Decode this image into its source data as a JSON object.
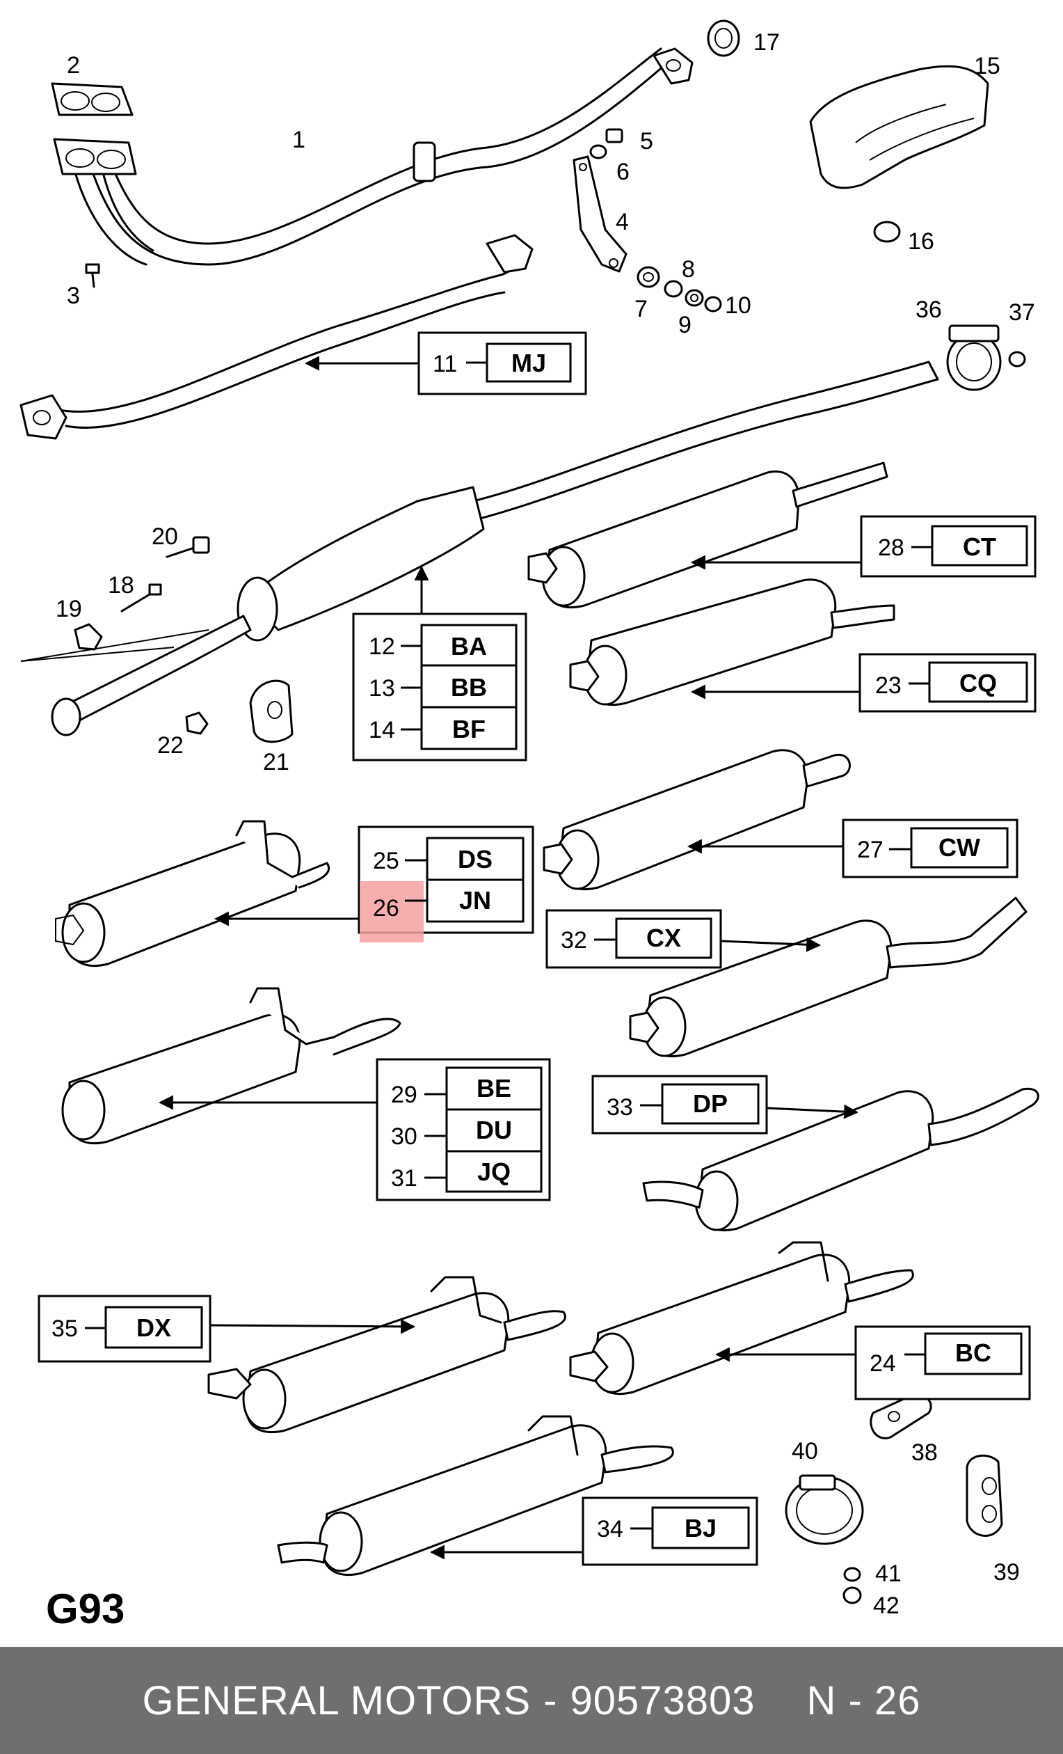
{
  "sheet_label": "G93",
  "footer": {
    "brand": "GENERAL MOTORS",
    "separator": "-",
    "part_number": "90573803",
    "position": "N - 26"
  },
  "highlight": {
    "color": "#f4a0a0",
    "part": "26"
  },
  "part_labels": {
    "p1": "1",
    "p2": "2",
    "p3": "3",
    "p4": "4",
    "p5": "5",
    "p6": "6",
    "p7": "7",
    "p8": "8",
    "p9": "9",
    "p10": "10",
    "p15": "15",
    "p16": "16",
    "p17": "17",
    "p18": "18",
    "p19": "19",
    "p20": "20",
    "p21": "21",
    "p22": "22",
    "p36": "36",
    "p37": "37",
    "p38": "38",
    "p39": "39",
    "p40": "40",
    "p41": "41",
    "p42": "42"
  },
  "callouts": {
    "c11": {
      "num": "11",
      "code": "MJ"
    },
    "c12": {
      "num": "12",
      "code": "BA"
    },
    "c13": {
      "num": "13",
      "code": "BB"
    },
    "c14": {
      "num": "14",
      "code": "BF"
    },
    "c28": {
      "num": "28",
      "code": "CT"
    },
    "c23": {
      "num": "23",
      "code": "CQ"
    },
    "c25": {
      "num": "25",
      "code": "DS"
    },
    "c26": {
      "num": "26",
      "code": "JN"
    },
    "c27": {
      "num": "27",
      "code": "CW"
    },
    "c32": {
      "num": "32",
      "code": "CX"
    },
    "c29": {
      "num": "29",
      "code": "BE"
    },
    "c30": {
      "num": "30",
      "code": "DU"
    },
    "c31": {
      "num": "31",
      "code": "JQ"
    },
    "c33": {
      "num": "33",
      "code": "DP"
    },
    "c35": {
      "num": "35",
      "code": "DX"
    },
    "c24": {
      "num": "24",
      "code": "BC"
    },
    "c34": {
      "num": "34",
      "code": "BJ"
    }
  }
}
